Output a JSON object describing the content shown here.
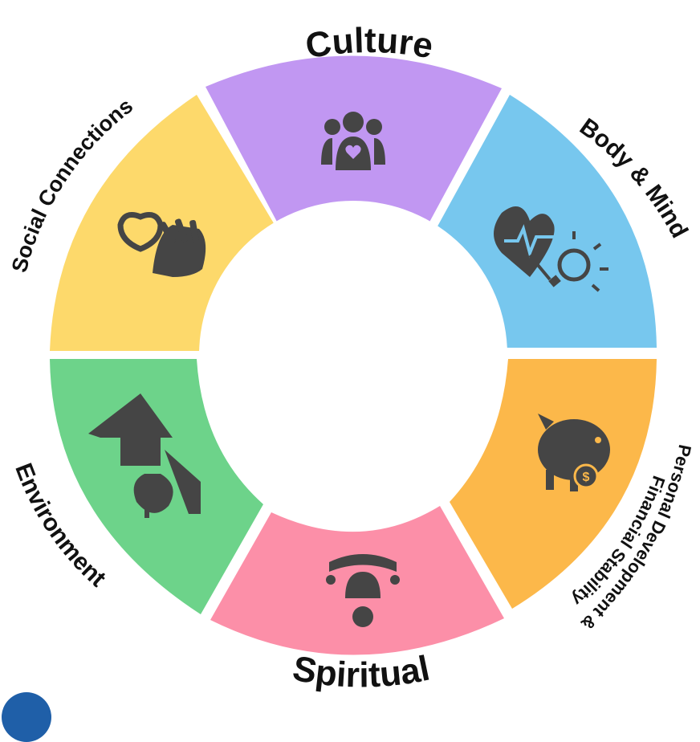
{
  "diagram": {
    "center": "",
    "segments": [
      {
        "id": "culture",
        "label": "Culture",
        "color": "#c197f2",
        "icon": "group-heart-icon"
      },
      {
        "id": "body-mind",
        "label": "Body & Mind",
        "color": "#77c7ee",
        "icon": "heart-lightbulb-icon"
      },
      {
        "id": "personal-financial",
        "label_line1": "Personal Development &",
        "label_line2": "Financial Stability",
        "color": "#fcb84a",
        "icon": "piggy-bank-icon"
      },
      {
        "id": "spiritual",
        "label": "Spiritual",
        "color": "#fc8fa8",
        "icon": "meditation-icon"
      },
      {
        "id": "environment",
        "label": "Environment",
        "color": "#6dd38a",
        "icon": "house-trees-icon"
      },
      {
        "id": "social",
        "label": "Social Connections",
        "color": "#fdd96b",
        "icon": "heart-hand-icon"
      }
    ]
  }
}
